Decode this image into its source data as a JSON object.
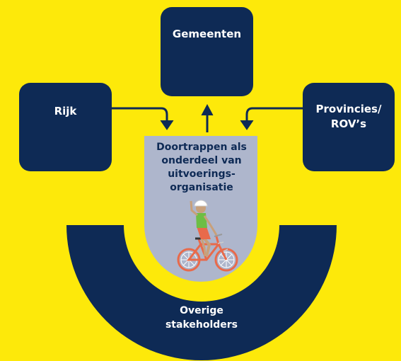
{
  "nodes": {
    "gemeenten": "Gemeenten",
    "rijk": "Rijk",
    "provincies": "Provincies/ ROV’s",
    "center": "Doortrappen als onderdeel van uitvoerings-organisatie",
    "overige": "Overige stakeholders"
  },
  "colors": {
    "background": "#FDE90A",
    "navy": "#0E2A55",
    "center_fill": "#AEB6CC"
  },
  "icons": [
    "arrow-icon",
    "cyclist-icon"
  ]
}
